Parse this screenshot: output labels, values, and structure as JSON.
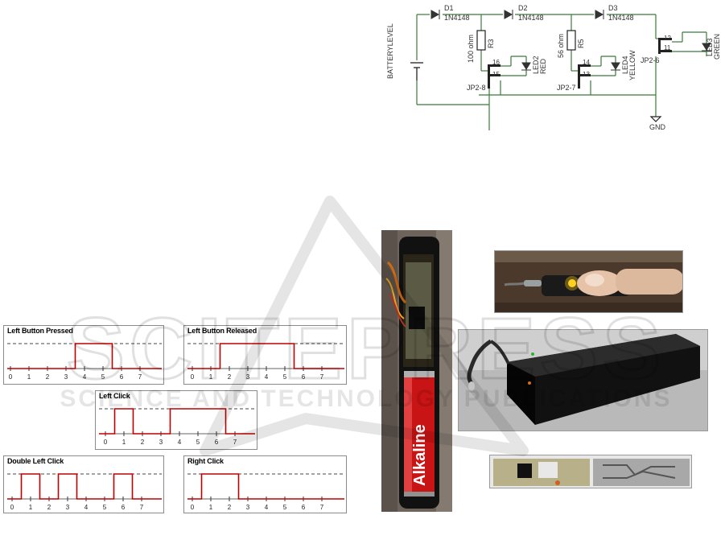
{
  "watermark": {
    "main": "SCITEPRESS",
    "sub": "SCIENCE AND TECHNOLOGY PUBLICATIONS"
  },
  "schematic": {
    "diodes": [
      {
        "ref": "D1",
        "part": "1N4148"
      },
      {
        "ref": "D2",
        "part": "1N4148"
      },
      {
        "ref": "D3",
        "part": "1N4148"
      }
    ],
    "resistors": [
      {
        "ref": "R3",
        "value": "100 ohm"
      },
      {
        "ref": "R5",
        "value": "56 ohm"
      }
    ],
    "leds": [
      {
        "ref": "LED2",
        "color": "RED"
      },
      {
        "ref": "LED4",
        "color": "YELLOW"
      },
      {
        "ref": "LED3",
        "color": "GREEN"
      }
    ],
    "connectors": [
      {
        "ref": "JP2-8",
        "pins": [
          "16",
          "15"
        ]
      },
      {
        "ref": "JP2-7",
        "pins": [
          "14",
          "13"
        ]
      },
      {
        "ref": "JP2-6",
        "pins": [
          "12",
          "11"
        ]
      }
    ],
    "battery_label": "BATTERYLEVEL",
    "gnd_label": "GND"
  },
  "timing": {
    "ticks": [
      "0",
      "1",
      "2",
      "3",
      "4",
      "5",
      "6",
      "7"
    ],
    "diagrams": [
      {
        "title": "Left Button Pressed",
        "pulses": [
          [
            3.5,
            5.5
          ]
        ]
      },
      {
        "title": "Left Button Released",
        "pulses": [
          [
            1.5,
            5.5
          ]
        ]
      },
      {
        "title": "Left Click",
        "pulses": [
          [
            0.5,
            1.5
          ],
          [
            3.5,
            6.5
          ]
        ]
      },
      {
        "title": "Double Left Click",
        "pulses": [
          [
            0.5,
            1.5
          ],
          [
            2.5,
            3.5
          ],
          [
            5.5,
            6.5
          ]
        ]
      },
      {
        "title": "Right Click",
        "pulses": [
          [
            0.5,
            2.5
          ]
        ]
      }
    ]
  },
  "photos": {
    "battery_label": "Alkaline"
  },
  "colors": {
    "signal": "#c00000",
    "wire": "#3a7a3a",
    "schematic_text": "#333333"
  }
}
